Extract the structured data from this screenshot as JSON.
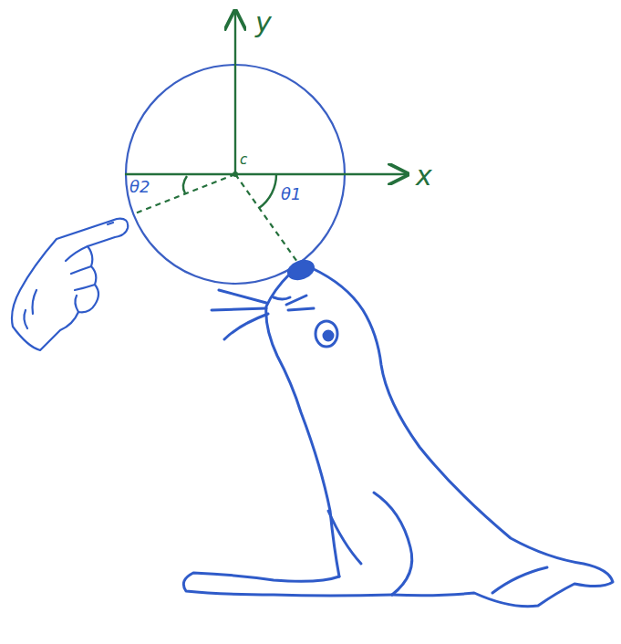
{
  "diagram": {
    "labels": [
      "y",
      "x",
      "c",
      "θ2",
      "θ1"
    ]
  }
}
